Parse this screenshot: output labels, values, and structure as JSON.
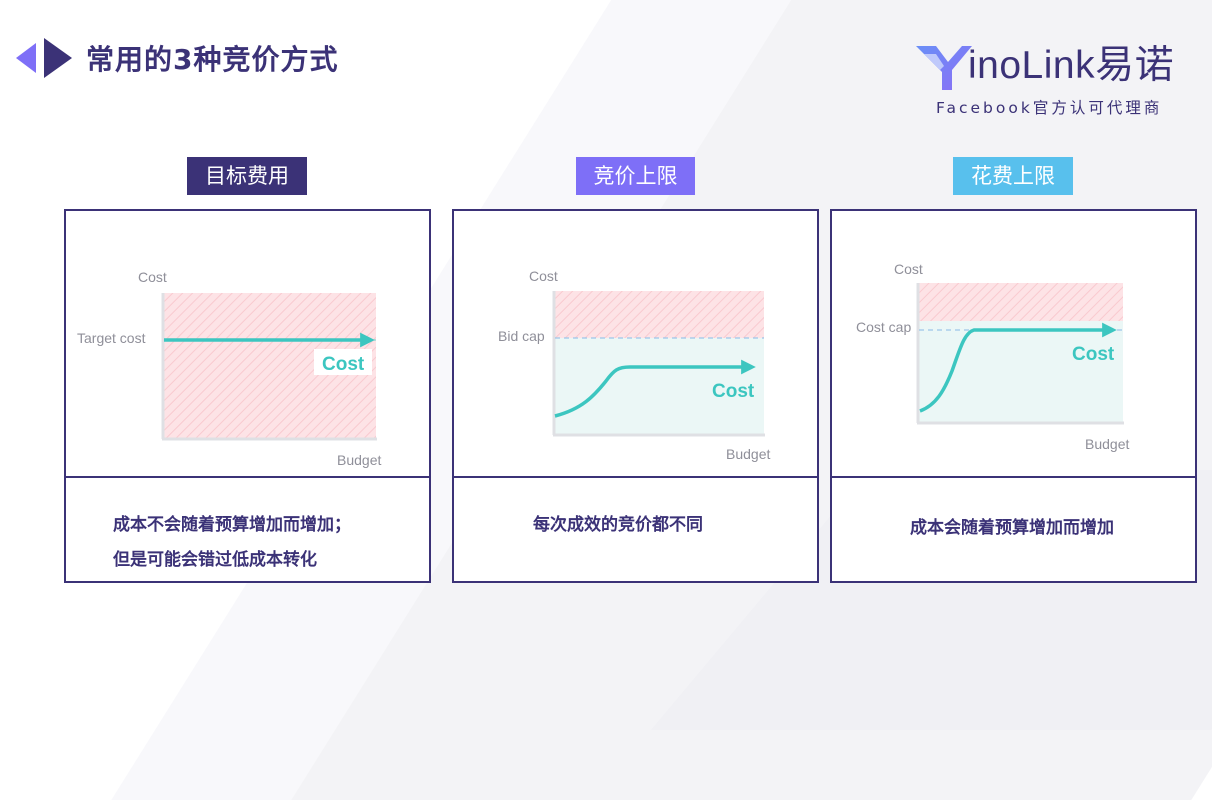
{
  "page": {
    "title": "常用的3种竞价方式"
  },
  "logo": {
    "brand": "YinoLink易诺",
    "subtitle": "Facebook官方认可代理商"
  },
  "strategies": [
    {
      "tag": "目标费用",
      "tag_color": "#3b3277",
      "chart": {
        "y_label": "Cost",
        "x_label": "Budget",
        "ref_label": "Target cost",
        "series_label": "Cost"
      },
      "desc_lines": [
        "成本不会随着预算增加而增加；",
        "但是可能会错过低成本转化"
      ]
    },
    {
      "tag": "竞价上限",
      "tag_color": "#7e6ff7",
      "chart": {
        "y_label": "Cost",
        "x_label": "Budget",
        "ref_label": "Bid cap",
        "series_label": "Cost"
      },
      "desc_lines": [
        "每次成效的竞价都不同"
      ]
    },
    {
      "tag": "花费上限",
      "tag_color": "#58c0ed",
      "chart": {
        "y_label": "Cost",
        "x_label": "Budget",
        "ref_label": "Cost cap",
        "series_label": "Cost"
      },
      "desc_lines": [
        "成本会随着预算增加而增加"
      ]
    }
  ],
  "colors": {
    "primary": "#3b3277",
    "accent": "#7e6ff7",
    "sky": "#58c0ed",
    "line": "#3cc6c0",
    "zone": "#fde3e6"
  }
}
